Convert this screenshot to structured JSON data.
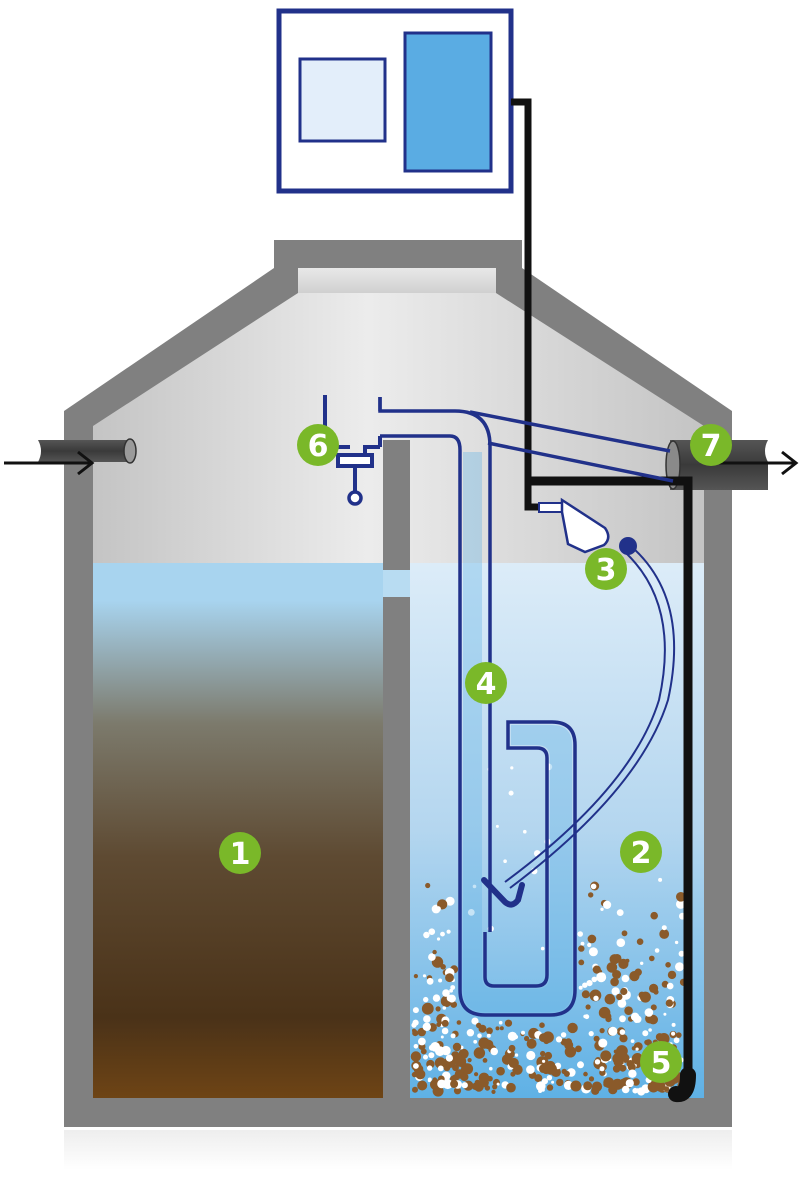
{
  "colors": {
    "wall": "#808080",
    "air": "#d6d6d6",
    "sludge_top": "#a8d4ef",
    "sludge_bottom": "#6e4415",
    "water_top": "#dcecf8",
    "water_bottom": "#5fb1e5",
    "pipe_blue": "#21318a",
    "cable": "#111111",
    "pipe_grey": "#4a4a4a",
    "badge_green": "#7ab829",
    "control_light": "#e3eefa",
    "control_blue": "#5aace3",
    "sediment_brown": "#8a5a2a"
  },
  "icons": {
    "inlet_arrow": "arrow-right-icon",
    "outlet_arrow": "arrow-right-icon",
    "control_unit": "control-cabinet-icon",
    "compressor": "air-lift-pump-icon",
    "valve": "valve-icon"
  },
  "labels": {
    "sludge_chamber": "1",
    "treatment_chamber": "2",
    "air_unit": "3",
    "air_lift_pipe": "4",
    "aerator": "5",
    "valve": "6",
    "outlet": "7"
  }
}
